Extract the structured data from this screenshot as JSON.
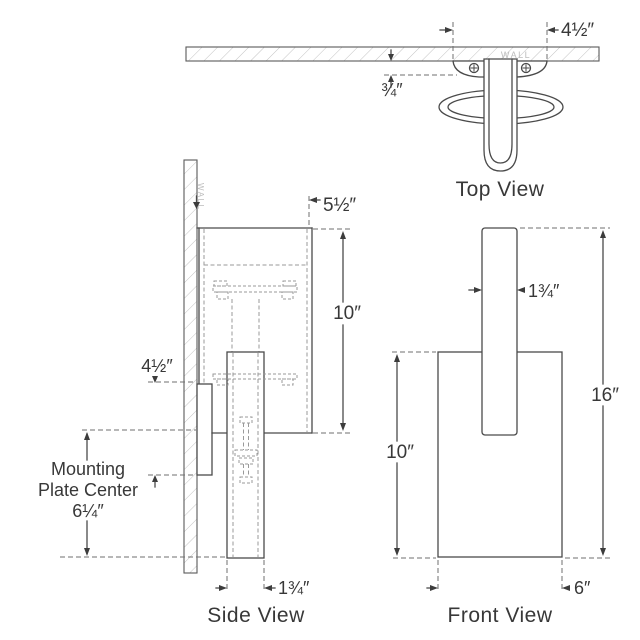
{
  "top_view": {
    "label": "Top View",
    "wall_label": "WALL",
    "dim_plate_width": "4½″",
    "dim_plate_offset": "¾″"
  },
  "side_view": {
    "label": "Side View",
    "wall_label": "WALL",
    "dim_depth": "5½″",
    "dim_shade_height": "10″",
    "dim_plate_height": "4½″",
    "dim_arm_depth": "1¾″",
    "mounting_note": {
      "line1": "Mounting",
      "line2": "Plate Center",
      "line3": "6¼″"
    }
  },
  "front_view": {
    "label": "Front View",
    "dim_arm_width": "1¾″",
    "dim_overall_height": "16″",
    "dim_shade_height": "10″",
    "dim_shade_width": "6″"
  },
  "colors": {
    "line": "#4a4a4a",
    "hidden_line": "#9a9a9a",
    "hatch": "#c3c3c3",
    "text": "#383838",
    "background": "#ffffff"
  }
}
